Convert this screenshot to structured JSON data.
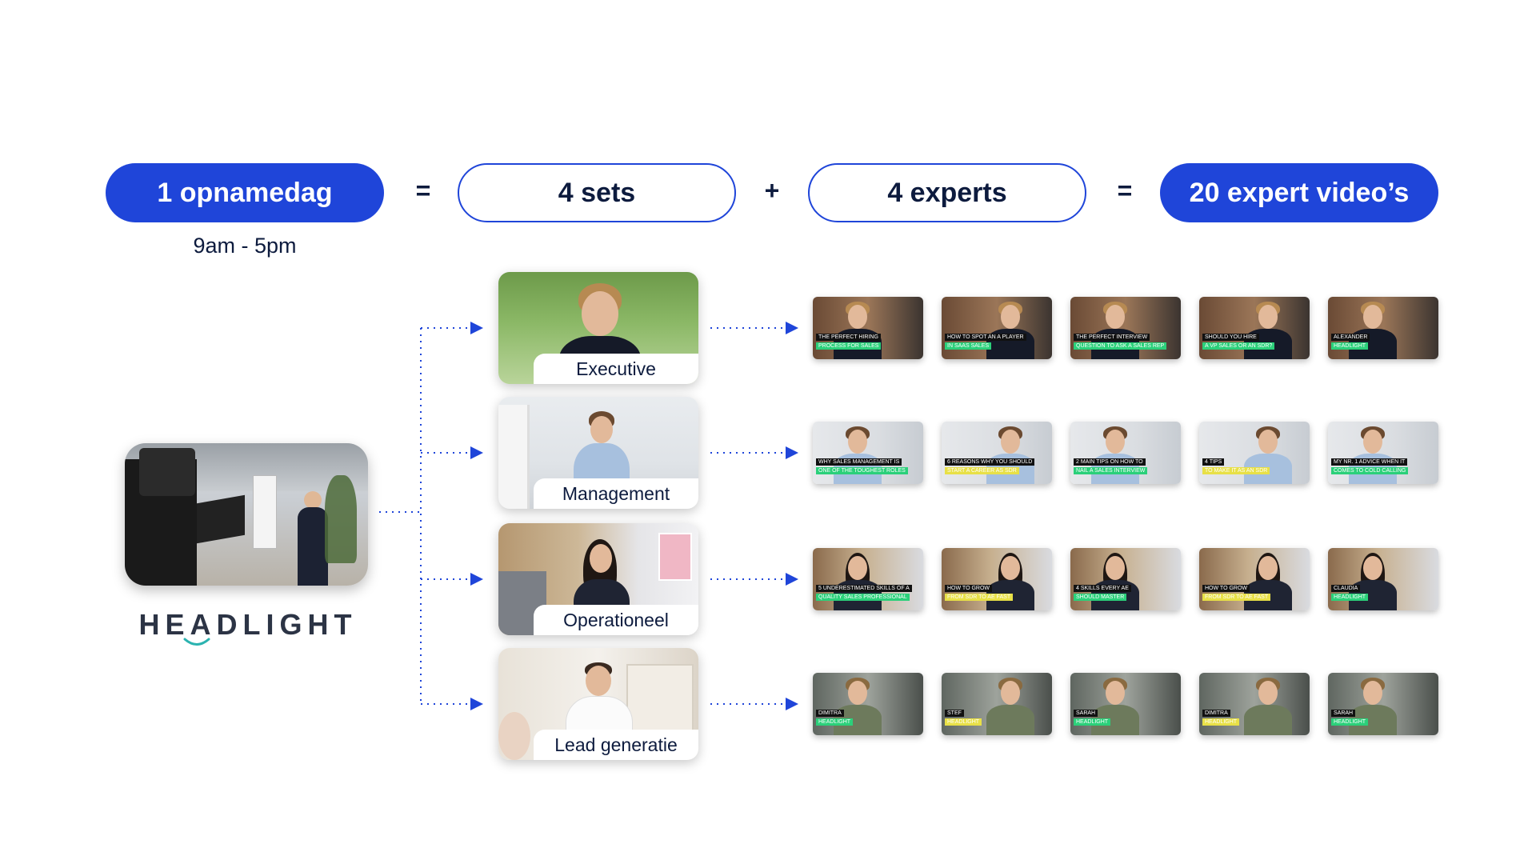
{
  "header": {
    "pill1": "1 opnamedag",
    "op1": "=",
    "pill2": "4 sets",
    "op2": "+",
    "pill3": "4 experts",
    "op3": "=",
    "pill4": "20 expert video’s",
    "subtitle": "9am - 5pm"
  },
  "logo": {
    "text": "HEADLIGHT"
  },
  "colors": {
    "accent": "#1f45d9",
    "green_caption": "#2bd07a",
    "yellow_caption": "#e8e047"
  },
  "sets": [
    {
      "label": "Executive",
      "videos": [
        {
          "line1": "THE PERFECT HIRING",
          "line2": "PROCESS FOR SALES",
          "color": "green"
        },
        {
          "line1": "HOW TO SPOT AN A PLAYER",
          "line2": "IN SAAS SALES",
          "color": "green"
        },
        {
          "line1": "THE PERFECT INTERVIEW",
          "line2": "QUESTION TO ASK A SALES REP",
          "color": "green"
        },
        {
          "line1": "SHOULD YOU HIRE",
          "line2": "A VP SALES OR AN SDR?",
          "color": "green"
        },
        {
          "line1": "ALEXANDER",
          "line2": "HEADLIGHT",
          "color": "green"
        }
      ]
    },
    {
      "label": "Management",
      "videos": [
        {
          "line1": "WHY SALES MANAGEMENT IS",
          "line2": "ONE OF THE TOUGHEST ROLES",
          "color": "green"
        },
        {
          "line1": "6 REASONS WHY YOU SHOULD",
          "line2": "START A CAREER AS SDR",
          "color": "yellow"
        },
        {
          "line1": "2 MAIN TIPS ON HOW TO",
          "line2": "NAIL A SALES INTERVIEW",
          "color": "green"
        },
        {
          "line1": "4 TIPS",
          "line2": "TO MAKE IT AS AN SDR",
          "color": "yellow"
        },
        {
          "line1": "MY NR. 1 ADVICE WHEN IT",
          "line2": "COMES TO COLD CALLING",
          "color": "green"
        }
      ]
    },
    {
      "label": "Operationeel",
      "videos": [
        {
          "line1": "5 UNDERESTIMATED SKILLS OF A",
          "line2": "QUALITY SALES PROFESSIONAL",
          "color": "green"
        },
        {
          "line1": "HOW TO GROW",
          "line2": "FROM SDR TO AE FAST",
          "color": "yellow"
        },
        {
          "line1": "4 SKILLS EVERY AE",
          "line2": "SHOULD MASTER",
          "color": "green"
        },
        {
          "line1": "HOW TO GROW",
          "line2": "FROM SDR TO AE FAST",
          "color": "yellow"
        },
        {
          "line1": "CLAUDIA",
          "line2": "HEADLIGHT",
          "color": "green"
        }
      ]
    },
    {
      "label": "Lead generatie",
      "videos": [
        {
          "line1": "DIMITRA",
          "line2": "HEADLIGHT",
          "color": "green"
        },
        {
          "line1": "STEF",
          "line2": "HEADLIGHT",
          "color": "yellow"
        },
        {
          "line1": "SARAH",
          "line2": "HEADLIGHT",
          "color": "green"
        },
        {
          "line1": "DIMITRA",
          "line2": "HEADLIGHT",
          "color": "yellow"
        },
        {
          "line1": "SARAH",
          "line2": "HEADLIGHT",
          "color": "green"
        }
      ]
    }
  ]
}
